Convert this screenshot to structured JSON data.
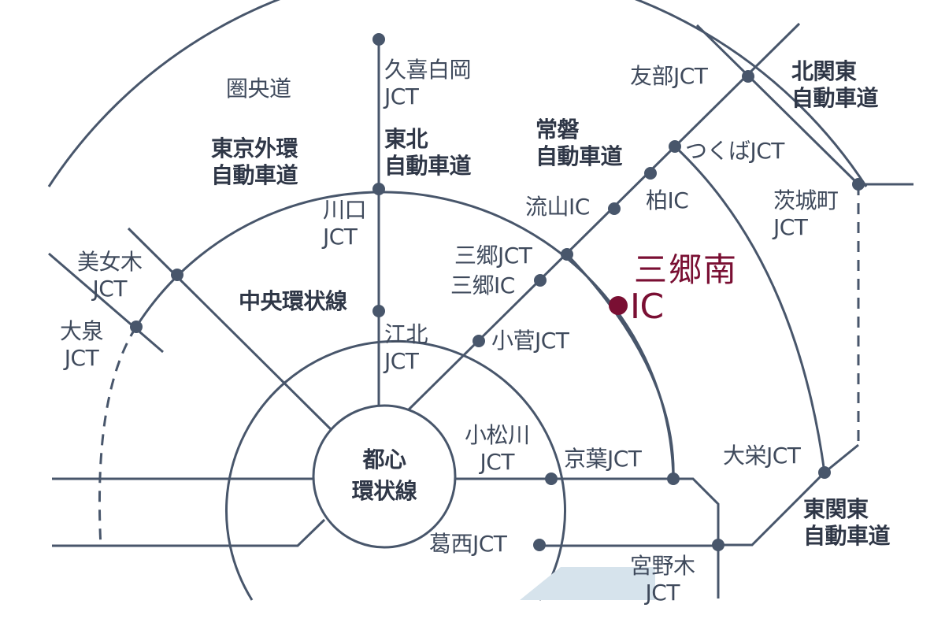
{
  "colors": {
    "road": "#48566b",
    "highlight": "#7a0f33",
    "water": "#d6e3ec",
    "text": "#3f4a5c"
  },
  "center": {
    "label": "都心\n環状線"
  },
  "roads": {
    "ken_o": "圏央道",
    "tohoku": "東北\n自動車道",
    "gaikan": "東京外環\n自動車道",
    "joban": "常磐\n自動車道",
    "chuo_kanjo": "中央環状線",
    "kita_kanto": "北関東\n自動車道",
    "higashi_kanto": "東関東\n自動車道"
  },
  "junctions": {
    "kuki_shiraoka": "久喜白岡\nJCT",
    "tomobe": "友部JCT",
    "tsukuba": "つくばJCT",
    "ibaraki_machi": "茨城町\nJCT",
    "kawaguchi": "川口\nJCT",
    "nagareyama": "流山IC",
    "kashiwa": "柏IC",
    "misato_jct": "三郷JCT",
    "misato_ic": "三郷IC",
    "minamisaku": "美女木\nJCT",
    "oizumi": "大泉\nJCT",
    "kohoku": "江北\nJCT",
    "kosuge": "小菅JCT",
    "komatsugawa": "小松川\nJCT",
    "keiyo": "京葉JCT",
    "kasai": "葛西JCT",
    "miyanogi": "宮野木\nJCT",
    "taiei": "大栄JCT"
  },
  "highlight": {
    "name": "三郷南",
    "ic": "IC"
  }
}
